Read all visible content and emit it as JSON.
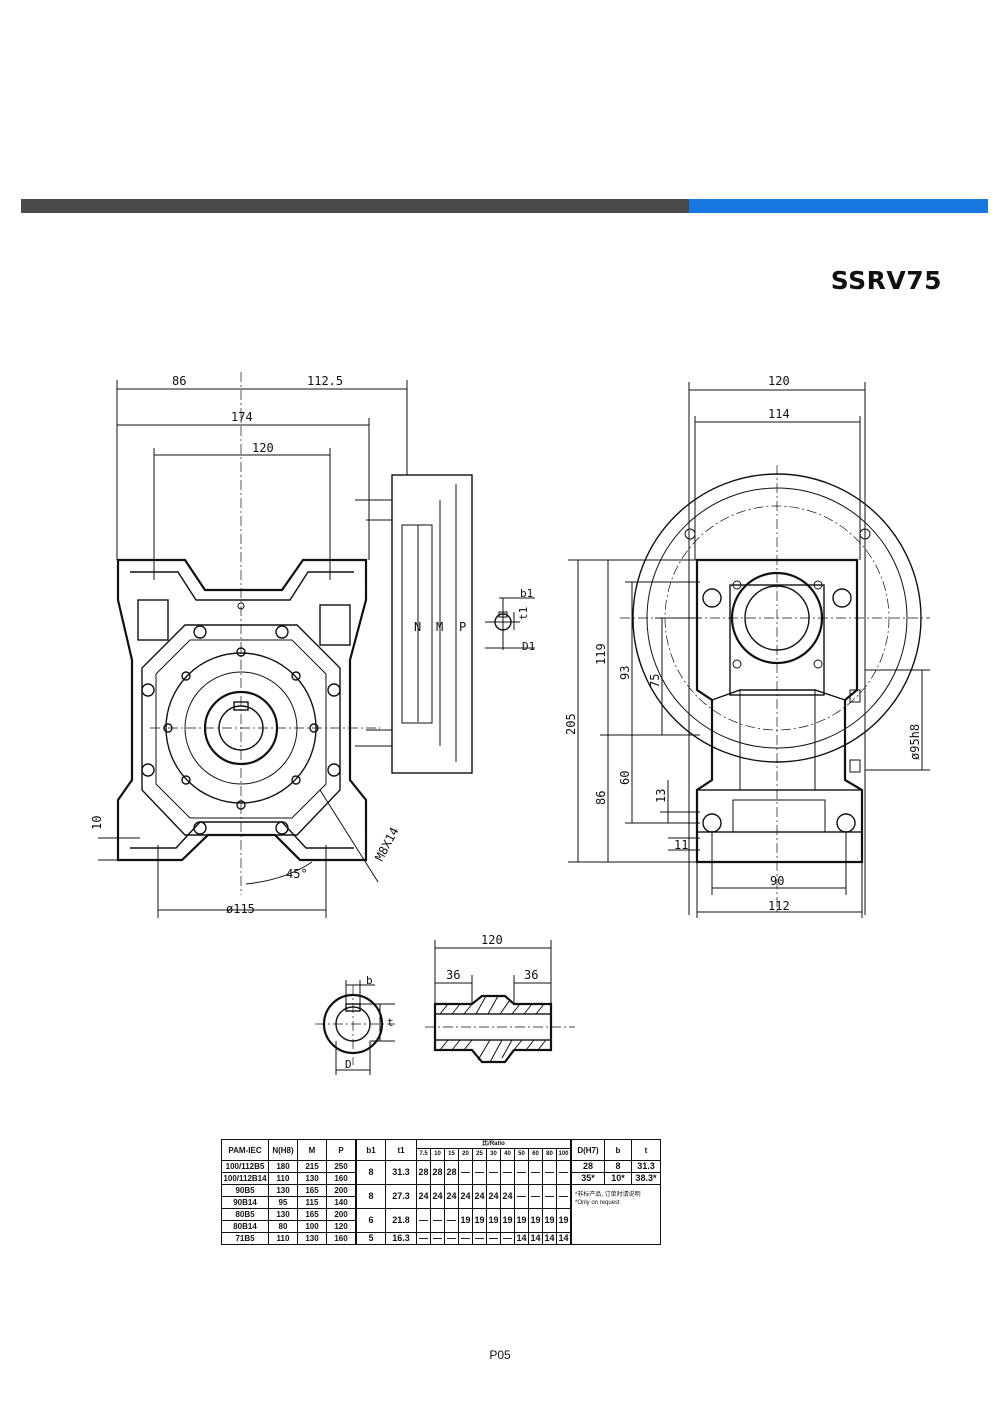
{
  "header": {
    "model": "SSRV75"
  },
  "views": {
    "front": {
      "dim_86": "86",
      "dim_112_5": "112.5",
      "dim_174": "174",
      "dim_120": "120",
      "dim_10": "10",
      "dim_45": "45°",
      "dim_M8x14": "M8X14",
      "dim_d115": "ø115",
      "flange_N": "N",
      "flange_M": "M",
      "flange_P": "P"
    },
    "shaft_key": {
      "b1": "b1",
      "t1": "t1",
      "D1": "D1"
    },
    "side": {
      "dim_120": "120",
      "dim_114": "114",
      "dim_205": "205",
      "dim_119": "119",
      "dim_93": "93",
      "dim_75": "75",
      "dim_86": "86",
      "dim_60": "60",
      "dim_13": "13",
      "dim_11": "11",
      "dim_90": "90",
      "dim_112": "112",
      "dim_d95h8": "ø95h8"
    },
    "hollow_shaft": {
      "b": "b",
      "t": "t",
      "D": "D",
      "dim_120": "120",
      "dim_36a": "36",
      "dim_36b": "36"
    }
  },
  "table": {
    "headers": [
      "PAM-IEC",
      "N(H8)",
      "M",
      "P",
      "b1",
      "t1",
      "Ratio",
      "D(H7)",
      "b",
      "t"
    ],
    "ratio_label": "Ratio",
    "ratio_caption": "比/Ratio",
    "ratios": [
      "7.5",
      "10",
      "15",
      "20",
      "25",
      "30",
      "40",
      "50",
      "60",
      "80",
      "100"
    ],
    "rows": [
      {
        "pam": "100/112B5",
        "n": "180",
        "m": "215",
        "p": "250"
      },
      {
        "pam": "100/112B14",
        "n": "110",
        "m": "130",
        "p": "160"
      },
      {
        "pam": "90B5",
        "n": "130",
        "m": "165",
        "p": "200"
      },
      {
        "pam": "90B14",
        "n": "95",
        "m": "115",
        "p": "140"
      },
      {
        "pam": "80B5",
        "n": "130",
        "m": "165",
        "p": "200"
      },
      {
        "pam": "80B14",
        "n": "80",
        "m": "100",
        "p": "120"
      },
      {
        "pam": "71B5",
        "n": "110",
        "m": "130",
        "p": "160"
      }
    ],
    "groups": [
      {
        "b1": "8",
        "t1": "31.3",
        "cells": [
          "28",
          "28",
          "28",
          "—",
          "—",
          "—",
          "—",
          "—",
          "—",
          "—",
          "—"
        ]
      },
      {
        "b1": "8",
        "t1": "27.3",
        "cells": [
          "24",
          "24",
          "24",
          "24",
          "24",
          "24",
          "24",
          "—",
          "—",
          "—",
          "—"
        ]
      },
      {
        "b1": "6",
        "t1": "21.8",
        "cells": [
          "—",
          "—",
          "—",
          "19",
          "19",
          "19",
          "19",
          "19",
          "19",
          "19",
          "19"
        ]
      },
      {
        "b1": "5",
        "t1": "16.3",
        "cells": [
          "—",
          "—",
          "—",
          "—",
          "—",
          "—",
          "—",
          "14",
          "14",
          "14",
          "14"
        ]
      }
    ],
    "output": [
      {
        "d": "28",
        "b": "8",
        "t": "31.3"
      },
      {
        "d": "35*",
        "b": "10*",
        "t": "38.3*"
      }
    ],
    "note_cn": "*非标产品, 订单时请说明",
    "note_en": "*Only on request"
  },
  "footer": {
    "page": "P05"
  }
}
